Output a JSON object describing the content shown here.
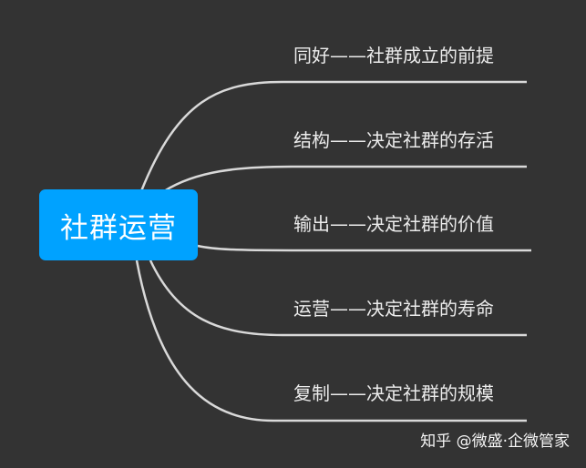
{
  "root": {
    "label": "社群运营",
    "color": "#00a2ff"
  },
  "branches": [
    {
      "label": "同好——社群成立的前提"
    },
    {
      "label": "结构——决定社群的存活"
    },
    {
      "label": "输出——决定社群的价值"
    },
    {
      "label": "运营——决定社群的寿命"
    },
    {
      "label": "复制——决定社群的规模"
    }
  ],
  "watermark": "知乎 @微盛·企微管家",
  "colors": {
    "background": "#333333",
    "connector": "#d9d9d9",
    "text": "#ececec"
  }
}
